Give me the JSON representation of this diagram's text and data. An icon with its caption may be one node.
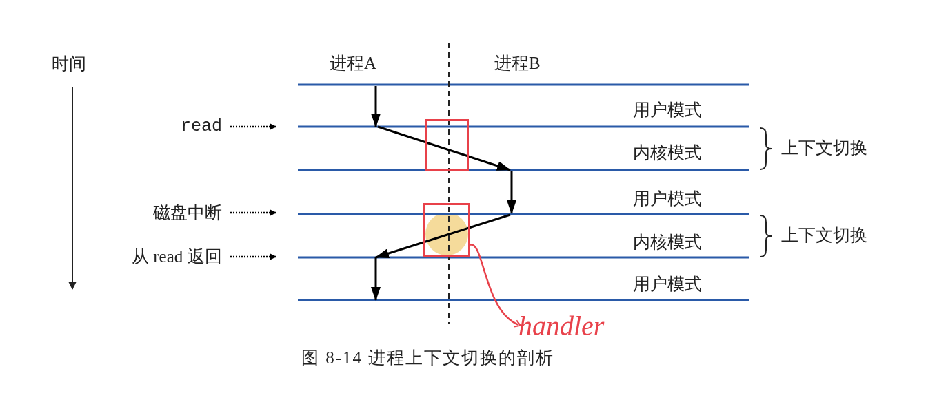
{
  "diagram": {
    "caption": "图 8-14 进程上下文切换的剖析",
    "nodes": [
      {
        "text": [
          "read"
        ]
      },
      {
        "text": [],
        "shape": "box"
      },
      {
        "text": [
          "磁盘中断"
        ]
      },
      {
        "text": [],
        "shape": "box"
      },
      {
        "text": [
          "从 read 返回"
        ]
      },
      {
        "text": [
          "handler"
        ]
      }
    ],
    "edges": [
      {
        "from": 0,
        "to": null,
        "arrow": "to",
        "style": "dashed"
      },
      {
        "from": 2,
        "to": null,
        "arrow": "to",
        "style": "dashed"
      },
      {
        "from": 4,
        "to": null,
        "arrow": "to",
        "style": "dashed"
      },
      {
        "from": 3,
        "to": 5,
        "arrow": "to",
        "color": "#e8414a"
      }
    ],
    "labels": [
      "时间",
      "进程A",
      "进程B",
      "用户模式",
      "内核模式",
      "上下文切换",
      "用户模式",
      "内核模式",
      "上下文切换",
      "用户模式"
    ]
  }
}
